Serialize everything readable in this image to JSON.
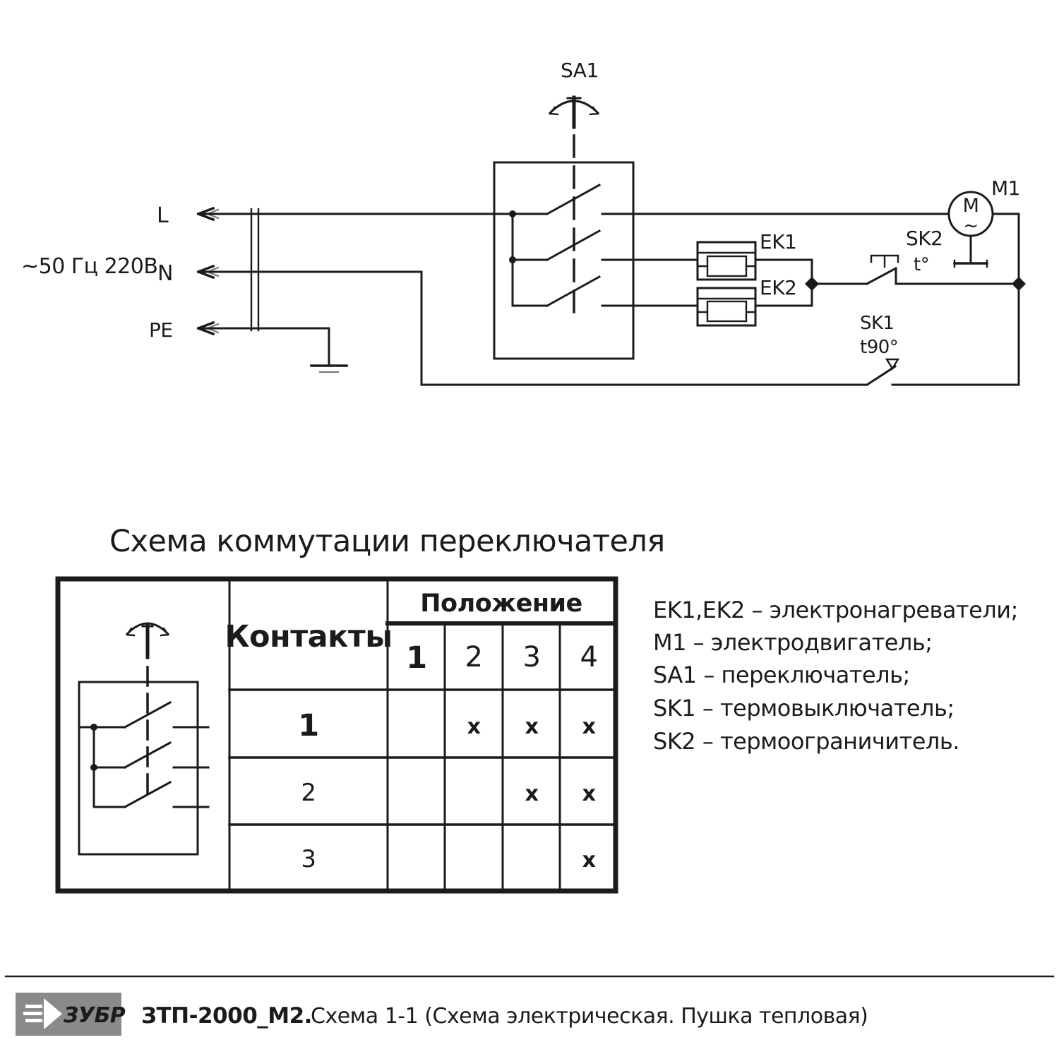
{
  "schematic": {
    "power_label": "~50 Гц 220В",
    "terminals": [
      "L",
      "N",
      "PE"
    ],
    "switch_label": "SA1",
    "heater1_label": "EK1",
    "heater2_label": "EK2",
    "sk2": {
      "label": "SK2",
      "temp": "t°"
    },
    "sk1": {
      "label": "SK1",
      "temp": "t90°"
    },
    "motor": {
      "label": "M1",
      "symbol": "M",
      "ac": "~"
    }
  },
  "commutation": {
    "title": "Схема коммутации переключателя",
    "contacts_header": "Контакты",
    "position_header": "Положение",
    "positions": [
      "1",
      "2",
      "3",
      "4"
    ],
    "rows": [
      {
        "contact": "1",
        "marks": [
          "",
          "x",
          "x",
          "x"
        ]
      },
      {
        "contact": "2",
        "marks": [
          "",
          "",
          "x",
          "x"
        ]
      },
      {
        "contact": "3",
        "marks": [
          "",
          "",
          "",
          "x"
        ]
      }
    ]
  },
  "legend": {
    "items": [
      "EK1,EK2 – электронагреватели;",
      "M1 – электродвигатель;",
      "SA1 – переключатель;",
      "SK1 – термовыключатель;",
      "SK2 – термоограничитель."
    ]
  },
  "footer": {
    "brand": "ЗУБР",
    "model": "ЗТП-2000_М2.",
    "subtitle": "Схема 1-1 (Схема электрическая. Пушка тепловая)"
  },
  "colors": {
    "ink": "#1b1b1b",
    "logo_gray": "#8a8a8a",
    "background": "#ffffff"
  }
}
